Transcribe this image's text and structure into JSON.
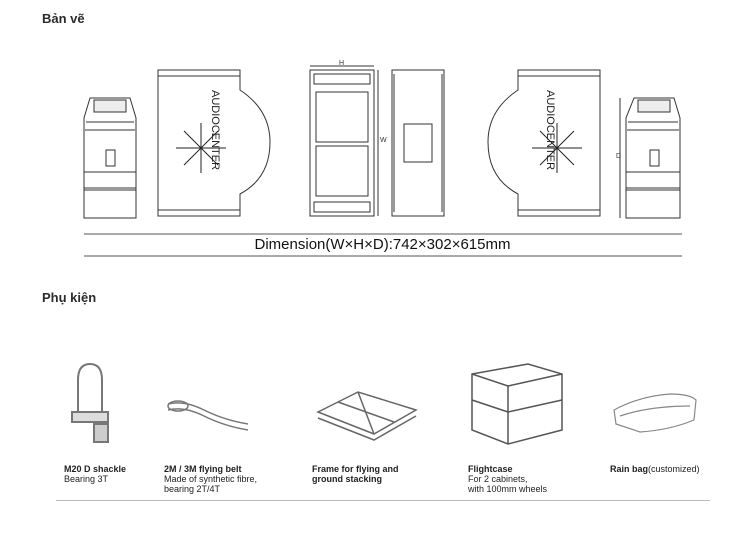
{
  "sections": {
    "drawing_title": "Bản vẽ",
    "accessories_title": "Phụ kiện"
  },
  "drawing": {
    "dimension_text": "Dimension(W×H×D):742×302×615mm",
    "brand_text": "AUDIOCENTER",
    "dim_h": "H",
    "dim_w": "W",
    "dim_d": "D"
  },
  "accessories": [
    {
      "name": "M20 D shackle",
      "desc": [
        "Bearing 3T"
      ],
      "icon": "shackle-icon"
    },
    {
      "name": "2M / 3M flying belt",
      "desc": [
        "Made of synthetic fibre,",
        "bearing 2T/4T"
      ],
      "icon": "flying-belt-icon"
    },
    {
      "name": "Frame for flying and",
      "name2": "ground stacking",
      "desc": [],
      "icon": "frame-icon"
    },
    {
      "name": "Flightcase",
      "desc": [
        "For 2 cabinets,",
        "with 100mm wheels"
      ],
      "icon": "flightcase-icon"
    },
    {
      "name": "Rain bag",
      "name_suffix": "(customized)",
      "desc": [],
      "icon": "rain-bag-icon"
    }
  ]
}
